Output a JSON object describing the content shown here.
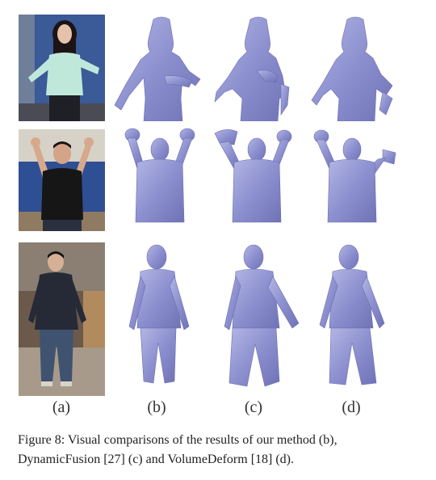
{
  "figure": {
    "column_labels": [
      "(a)",
      "(b)",
      "(c)",
      "(d)"
    ],
    "caption_line1": "Figure 8: Visual comparisons of the results of our method (b),",
    "caption_line2": "DynamicFusion [27] (c) and VolumeDeform [18] (d).",
    "colors": {
      "mesh": "#8c90cf",
      "mesh_shadow": "#6b6fb0",
      "wall_blue": "#3d5fa0",
      "shirt_black": "#1a1a1a",
      "sweater_mint": "#b9e6d8"
    },
    "rows": [
      {
        "photo": "woman-mint-sweater-photo"
      },
      {
        "photo": "man-black-shirt-arms-up-photo"
      },
      {
        "photo": "man-cardigan-jeans-photo"
      }
    ]
  }
}
